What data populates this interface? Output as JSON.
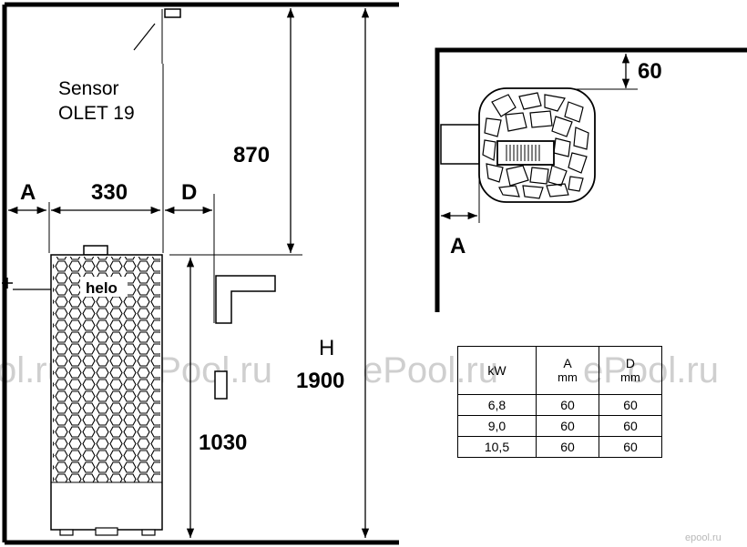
{
  "side_view": {
    "sensor_label_line1": "Sensor",
    "sensor_label_line2": "OLET 19",
    "dim_A": "A",
    "dim_330": "330",
    "dim_D": "D",
    "dim_870": "870",
    "dim_H": "H",
    "dim_1900": "1900",
    "dim_1030": "1030",
    "heater_brand": "helo"
  },
  "top_view": {
    "dim_60": "60",
    "dim_A": "A"
  },
  "table": {
    "headers": [
      {
        "title": "kW",
        "unit": ""
      },
      {
        "title": "A",
        "unit": "mm"
      },
      {
        "title": "D",
        "unit": "mm"
      }
    ],
    "rows": [
      [
        "6,8",
        "60",
        "60"
      ],
      [
        "9,0",
        "60",
        "60"
      ],
      [
        "10,5",
        "60",
        "60"
      ]
    ]
  },
  "watermark": {
    "text_left": "ol.ru",
    "text_mid": "ePool.ru",
    "text_mid2": "ePool.ru",
    "text_right": "ePool.ru",
    "corner": "epool.ru"
  }
}
